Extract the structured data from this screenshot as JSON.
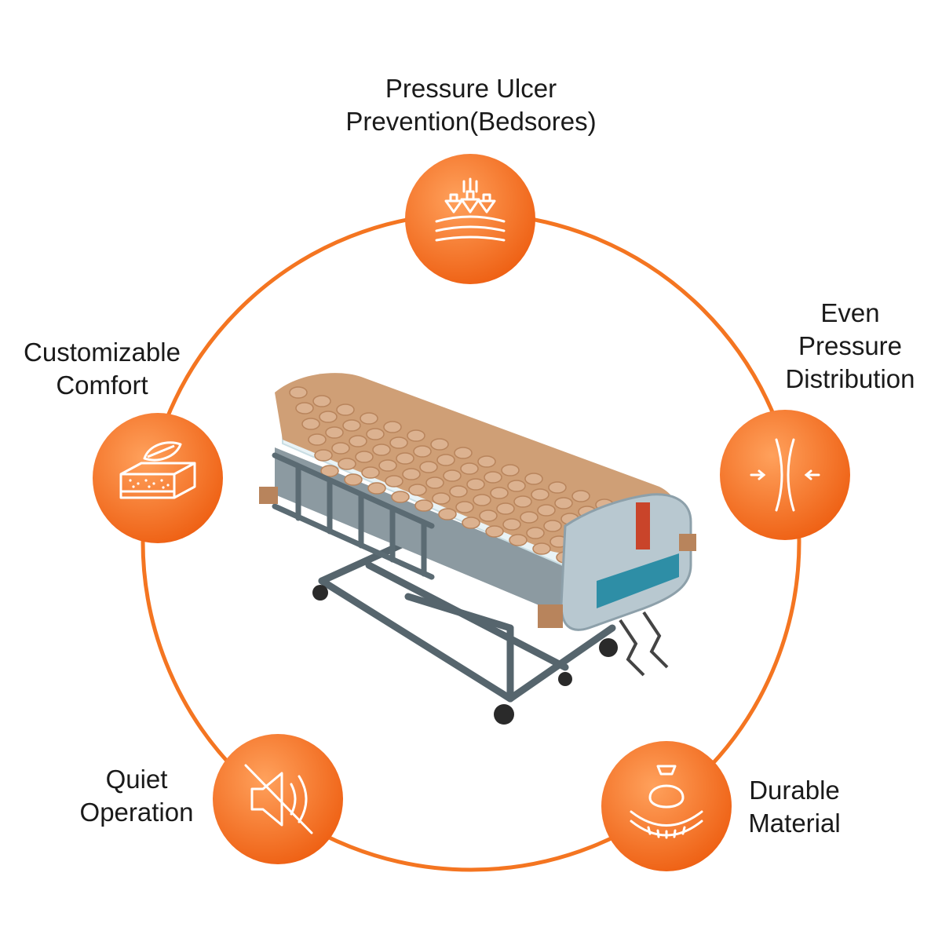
{
  "colors": {
    "accent": "#f47521",
    "accent_light": "#ffa15c",
    "accent_dark": "#ee5f12",
    "text": "#1a1a1a",
    "mattress": "#cf9f76",
    "bed_frame": "#5b6b73",
    "bed_panel": "#2e8ea6"
  },
  "features": [
    {
      "id": "pressure-ulcer",
      "icon": "pressure-arrows-icon",
      "lines": [
        "Pressure Ulcer",
        "Prevention(Bedsores)"
      ]
    },
    {
      "id": "even-pressure",
      "icon": "compression-lines-icon",
      "lines": [
        "Even",
        "Pressure",
        "Distribution"
      ]
    },
    {
      "id": "durable",
      "icon": "weight-cushion-icon",
      "lines": [
        "Durable",
        "Material"
      ]
    },
    {
      "id": "quiet",
      "icon": "mute-speaker-icon",
      "lines": [
        "Quiet",
        "Operation"
      ]
    },
    {
      "id": "comfort",
      "icon": "foam-mattress-icon",
      "lines": [
        "Customizable",
        "Comfort"
      ]
    }
  ]
}
